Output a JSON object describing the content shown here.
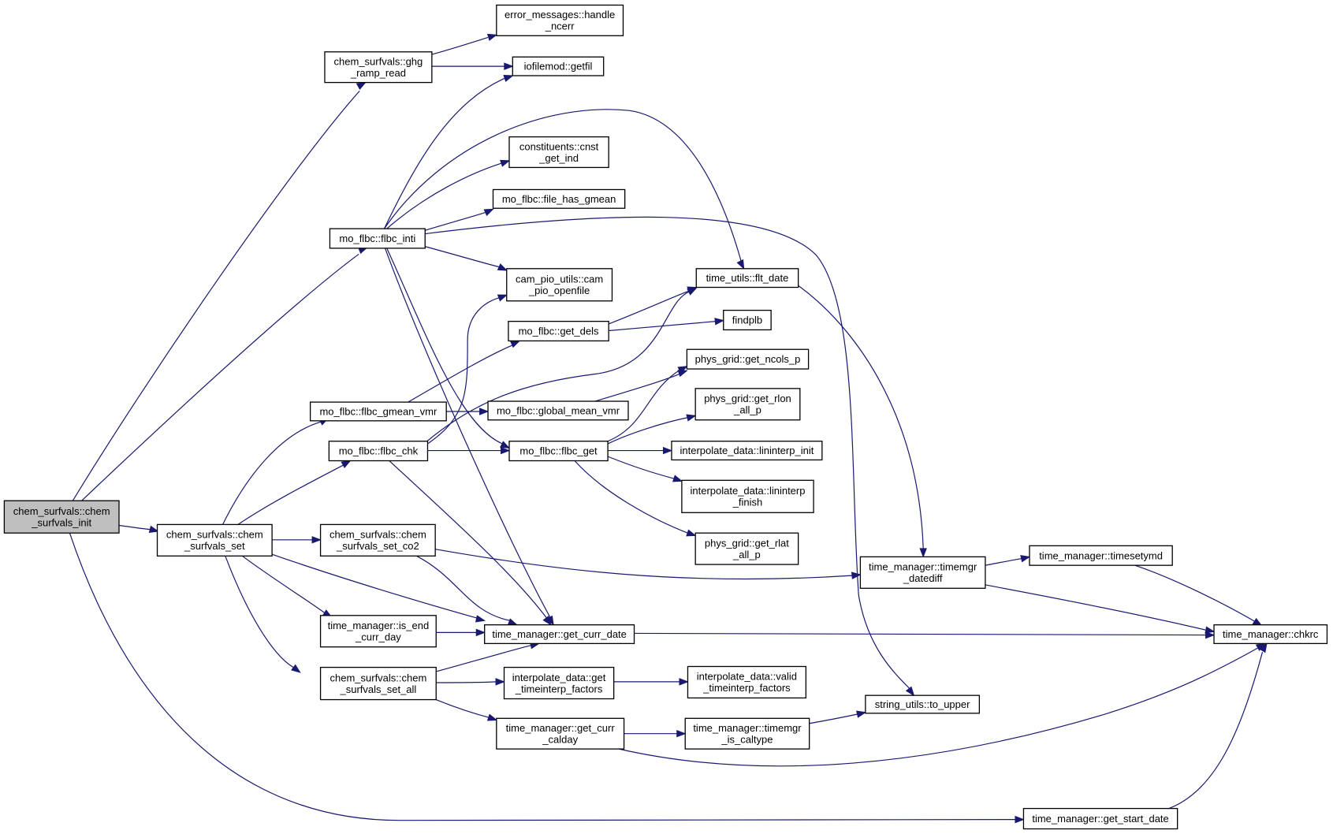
{
  "colors": {
    "edge": "#191970",
    "node_fill": "#ffffff",
    "root_fill": "#bfbfbf",
    "node_border": "#000000"
  },
  "nodes": [
    {
      "id": "n_init",
      "lines": [
        "chem_surfvals::chem",
        "_surfvals_init"
      ],
      "root": true
    },
    {
      "id": "n_ghg",
      "lines": [
        "chem_surfvals::ghg",
        "_ramp_read"
      ]
    },
    {
      "id": "n_ncerr",
      "lines": [
        "error_messages::handle",
        "_ncerr"
      ]
    },
    {
      "id": "n_getfil",
      "lines": [
        "iofilemod::getfil"
      ]
    },
    {
      "id": "n_cnst",
      "lines": [
        "constituents::cnst",
        "_get_ind"
      ]
    },
    {
      "id": "n_gmeanfile",
      "lines": [
        "mo_flbc::file_has_gmean"
      ]
    },
    {
      "id": "n_inti",
      "lines": [
        "mo_flbc::flbc_inti"
      ]
    },
    {
      "id": "n_openfile",
      "lines": [
        "cam_pio_utils::cam",
        "_pio_openfile"
      ]
    },
    {
      "id": "n_fltdate",
      "lines": [
        "time_utils::flt_date"
      ]
    },
    {
      "id": "n_getdels",
      "lines": [
        "mo_flbc::get_dels"
      ]
    },
    {
      "id": "n_findplb",
      "lines": [
        "findplb"
      ]
    },
    {
      "id": "n_ncols",
      "lines": [
        "phys_grid::get_ncols_p"
      ]
    },
    {
      "id": "n_gmeanvmr",
      "lines": [
        "mo_flbc::flbc_gmean_vmr"
      ]
    },
    {
      "id": "n_globalmean",
      "lines": [
        "mo_flbc::global_mean_vmr"
      ]
    },
    {
      "id": "n_rlon",
      "lines": [
        "phys_grid::get_rlon",
        "_all_p"
      ]
    },
    {
      "id": "n_chk",
      "lines": [
        "mo_flbc::flbc_chk"
      ]
    },
    {
      "id": "n_flbcget",
      "lines": [
        "mo_flbc::flbc_get"
      ]
    },
    {
      "id": "n_lininit",
      "lines": [
        "interpolate_data::lininterp_init"
      ]
    },
    {
      "id": "n_linfinish",
      "lines": [
        "interpolate_data::lininterp",
        "_finish"
      ]
    },
    {
      "id": "n_set",
      "lines": [
        "chem_surfvals::chem",
        "_surfvals_set"
      ]
    },
    {
      "id": "n_setco2",
      "lines": [
        "chem_surfvals::chem",
        "_surfvals_set_co2"
      ]
    },
    {
      "id": "n_rlat",
      "lines": [
        "phys_grid::get_rlat",
        "_all_p"
      ]
    },
    {
      "id": "n_datediff",
      "lines": [
        "time_manager::timemgr",
        "_datediff"
      ]
    },
    {
      "id": "n_timesetymd",
      "lines": [
        "time_manager::timesetymd"
      ]
    },
    {
      "id": "n_isend",
      "lines": [
        "time_manager::is_end",
        "_curr_day"
      ]
    },
    {
      "id": "n_currdate",
      "lines": [
        "time_manager::get_curr_date"
      ]
    },
    {
      "id": "n_chkrc",
      "lines": [
        "time_manager::chkrc"
      ]
    },
    {
      "id": "n_setall",
      "lines": [
        "chem_surfvals::chem",
        "_surfvals_set_all"
      ]
    },
    {
      "id": "n_timeinterp",
      "lines": [
        "interpolate_data::get",
        "_timeinterp_factors"
      ]
    },
    {
      "id": "n_validinterp",
      "lines": [
        "interpolate_data::valid",
        "_timeinterp_factors"
      ]
    },
    {
      "id": "n_toupper",
      "lines": [
        "string_utils::to_upper"
      ]
    },
    {
      "id": "n_calday",
      "lines": [
        "time_manager::get_curr",
        "_calday"
      ]
    },
    {
      "id": "n_caltype",
      "lines": [
        "time_manager::timemgr",
        "_is_caltype"
      ]
    },
    {
      "id": "n_startdate",
      "lines": [
        "time_manager::get_start_date"
      ]
    }
  ]
}
